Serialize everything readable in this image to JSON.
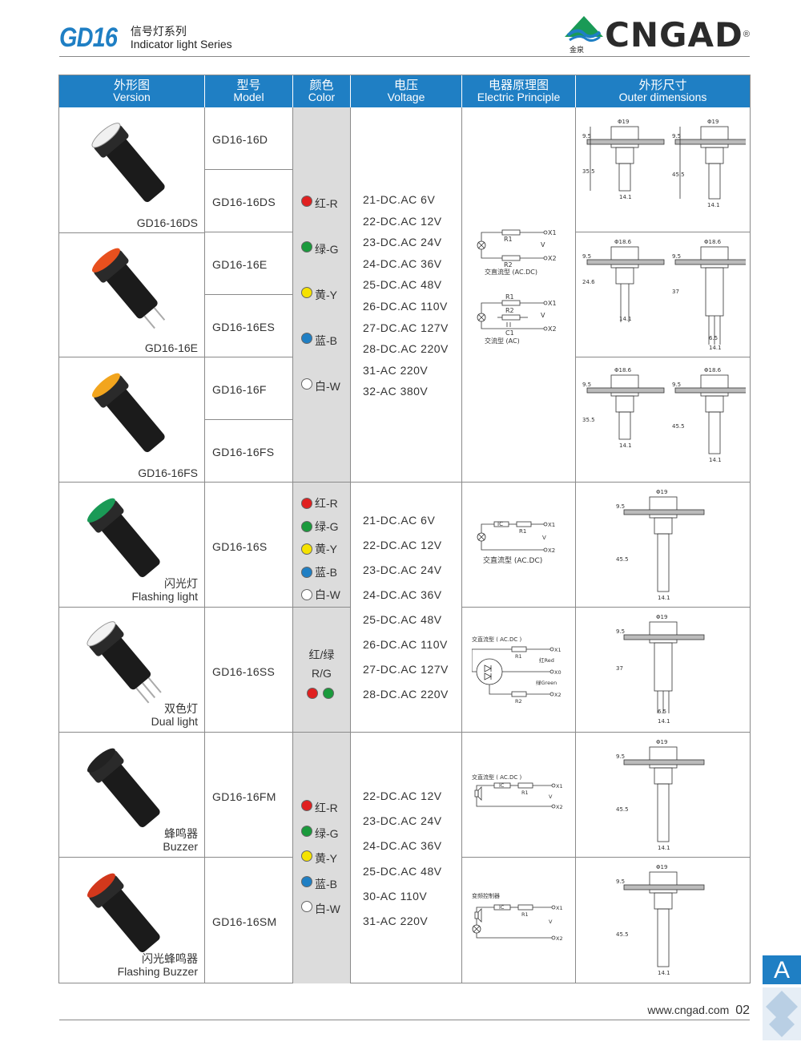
{
  "header": {
    "series_code": "GD16",
    "series_cn": "信号灯系列",
    "series_en": "Indicator light Series",
    "logo_text": "CNGAD",
    "logo_reg": "®",
    "logo_sub": "金泉"
  },
  "table": {
    "columns": [
      {
        "cn": "外形图",
        "en": "Version"
      },
      {
        "cn": "型号",
        "en": "Model"
      },
      {
        "cn": "颜色",
        "en": "Color"
      },
      {
        "cn": "电压",
        "en": "Voltage"
      },
      {
        "cn": "电器原理图",
        "en": "Electric Principle"
      },
      {
        "cn": "外形尺寸",
        "en": "Outer dimensions"
      }
    ],
    "versions": [
      {
        "cn": "",
        "en": "GD16-16DS",
        "lamp_color": "#f0f0f0"
      },
      {
        "cn": "",
        "en": "GD16-16E",
        "lamp_color": "#e8501e"
      },
      {
        "cn": "",
        "en": "GD16-16FS",
        "lamp_color": "#f2a51e"
      },
      {
        "cn": "闪光灯",
        "en": "Flashing light",
        "lamp_color": "#1a9a56"
      },
      {
        "cn": "双色灯",
        "en": "Dual light",
        "lamp_color": "#f2f2f2"
      },
      {
        "cn": "蜂鸣器",
        "en": "Buzzer",
        "lamp_color": "#222222"
      },
      {
        "cn": "闪光蜂鸣器",
        "en": "Flashing Buzzer",
        "lamp_color": "#d2381c"
      }
    ],
    "models": [
      "GD16-16D",
      "GD16-16DS",
      "GD16-16E",
      "GD16-16ES",
      "GD16-16F",
      "GD16-16FS",
      "GD16-16S",
      "GD16-16SS",
      "GD16-16FM",
      "GD16-16SM"
    ],
    "color_options": [
      {
        "label": "红-R",
        "color": "#e02020"
      },
      {
        "label": "绿-G",
        "color": "#1a9a3c"
      },
      {
        "label": "黄-Y",
        "color": "#f5e200"
      },
      {
        "label": "蓝-B",
        "color": "#1f7fc4"
      },
      {
        "label": "白-W",
        "color": "#ffffff"
      }
    ],
    "dual_color": {
      "cn": "红/绿",
      "en": "R/G",
      "colors": [
        "#e02020",
        "#1a9a3c"
      ]
    },
    "voltages_group1": [
      "21-DC.AC 6V",
      "22-DC.AC 12V",
      "23-DC.AC 24V",
      "24-DC.AC 36V",
      "25-DC.AC 48V",
      "26-DC.AC 110V",
      "27-DC.AC 127V",
      "28-DC.AC 220V",
      "31-AC 220V",
      "32-AC 380V"
    ],
    "voltages_group2": [
      "21-DC.AC 6V",
      "22-DC.AC 12V",
      "23-DC.AC 24V",
      "24-DC.AC 36V",
      "25-DC.AC 48V",
      "26-DC.AC 110V",
      "27-DC.AC 127V",
      "28-DC.AC 220V"
    ],
    "voltages_group3": [
      "22-DC.AC 12V",
      "23-DC.AC 24V",
      "24-DC.AC 36V",
      "25-DC.AC 48V",
      "30-AC 110V",
      "31-AC 220V"
    ],
    "schematics": {
      "acdc_label": "交直流型 (AC.DC)",
      "ac_label": "交流型 (AC)",
      "dual_label": "交直流型 ( AC.DC )",
      "buzzer_label": "交直流型 ( AC.DC )",
      "freq_label": "变频控制器",
      "r1": "R1",
      "r2": "R2",
      "c1": "C1",
      "ic": "IC",
      "x1": "X1",
      "x2": "X2",
      "x0": "X0",
      "v": "V",
      "red": "红Red",
      "green": "绿Green"
    },
    "dimensions": {
      "phi19": "Φ19",
      "phi186": "Φ18.6",
      "d95": "9.5",
      "d355": "35.5",
      "d455": "45.5",
      "d246": "24.6",
      "d37": "37",
      "d141": "14.1",
      "d65": "6.5"
    }
  },
  "footer": {
    "url": "www.cngad.com",
    "page": "02",
    "section_tab": "A"
  }
}
